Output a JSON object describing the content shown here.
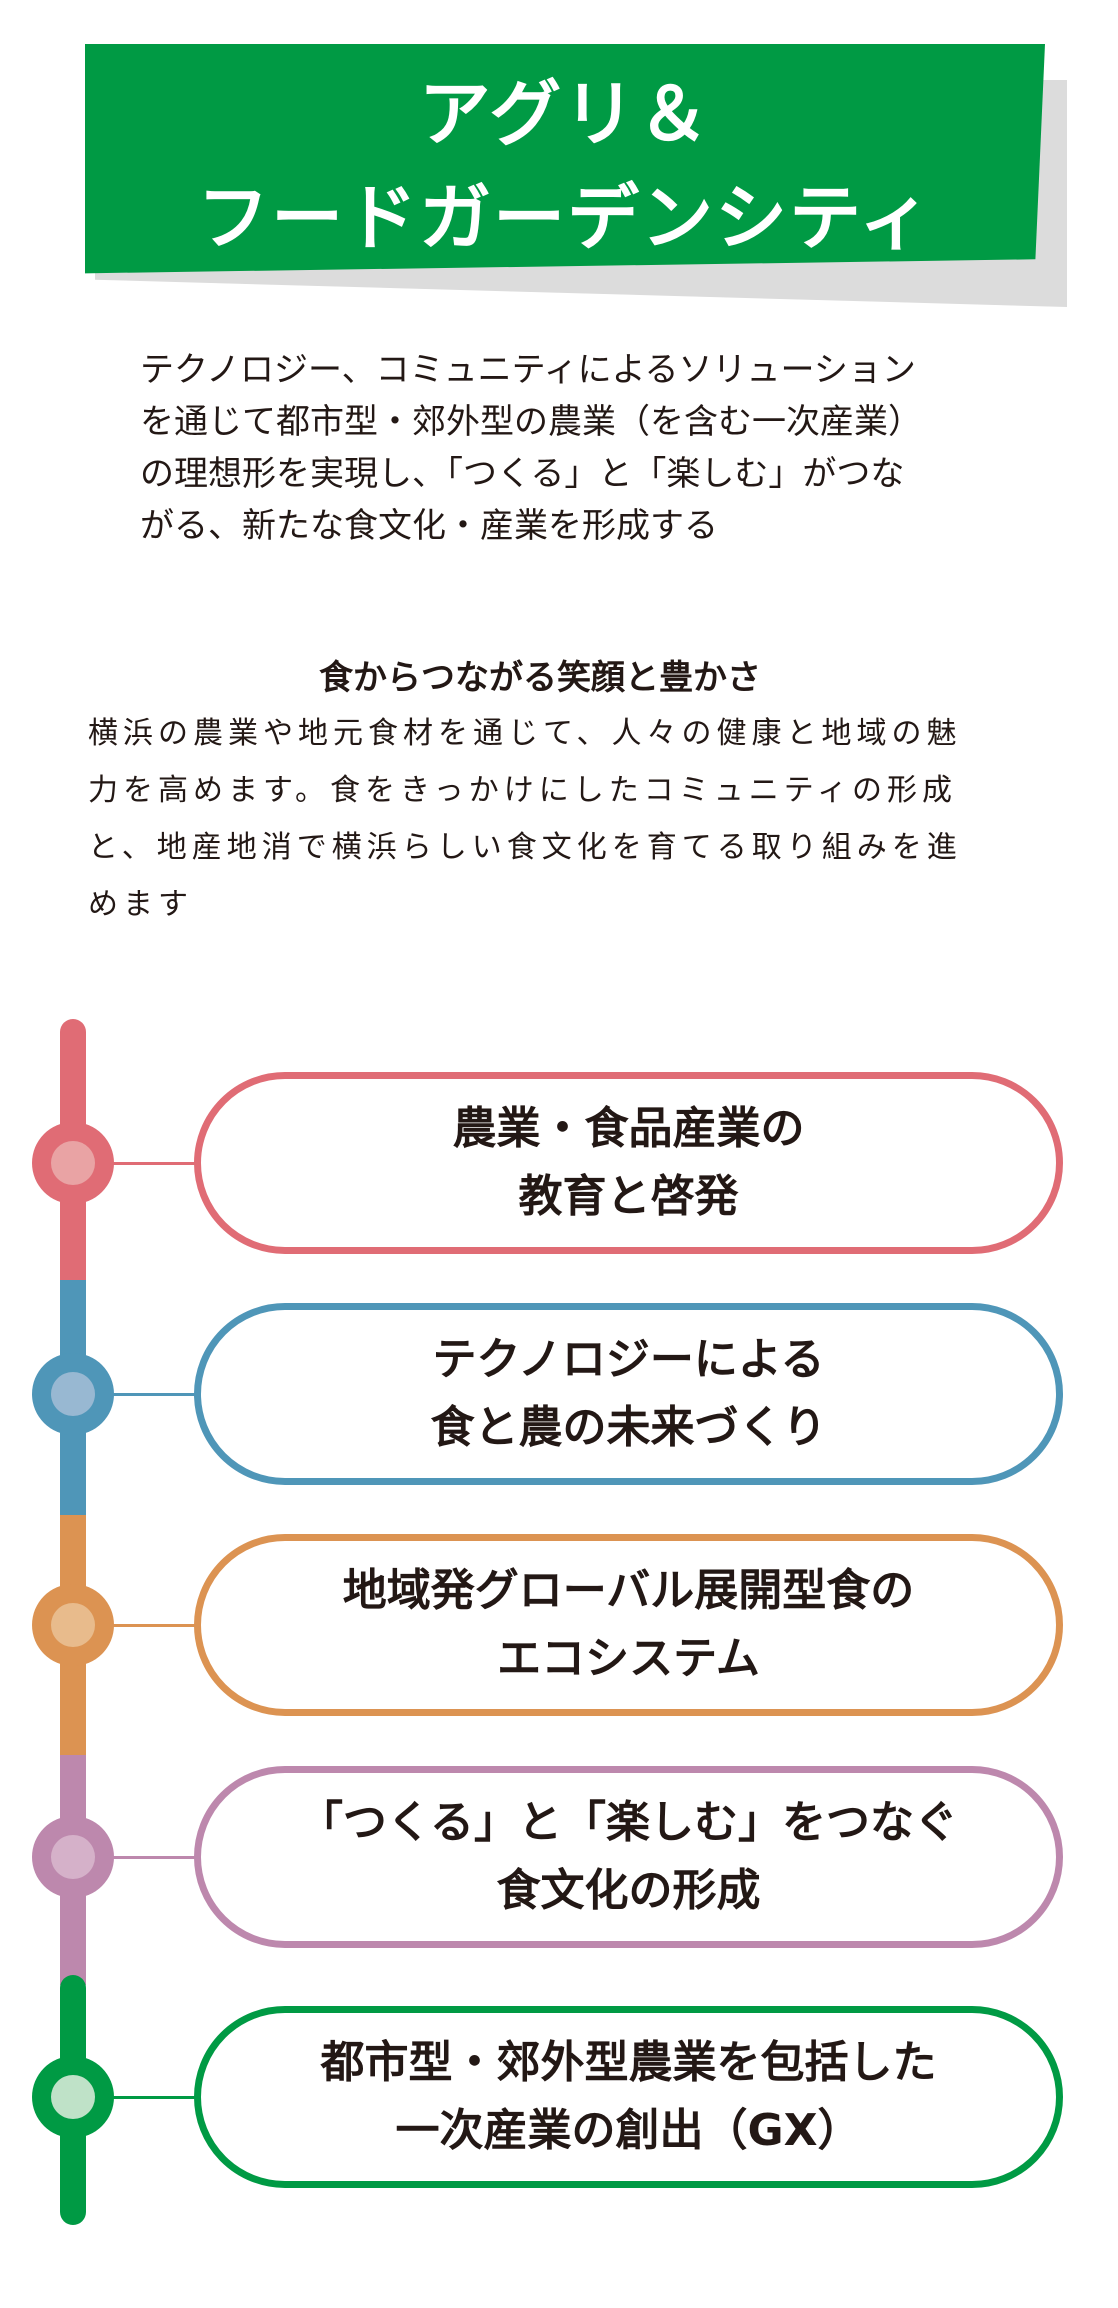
{
  "header": {
    "title_line1": "アグリ＆",
    "title_line2": "フードガーデンシティ"
  },
  "intro": [
    "テクノロジー、コミュニティによるソリューション",
    "を通じて都市型・郊外型の農業（を含む一次産業）",
    "の理想形を実現し、「つくる」と「楽しむ」がつな",
    "がる、新たな食文化・産業を形成する"
  ],
  "section": {
    "heading": "食からつながる笑顔と豊かさ",
    "body": [
      "横浜の農業や地元食材を通じて、人々の健康と地域の魅",
      "力を高めます。食をきっかけにしたコミュニティの形成",
      "と、地産地消で横浜らしい食文化を育てる取り組みを進",
      "めます"
    ]
  },
  "timeline": [
    {
      "line1": "農業・食品産業の",
      "line2": "教育と啓発",
      "color": "#e06c75",
      "light": "#e9a3a4"
    },
    {
      "line1": "テクノロジーによる",
      "line2": "食と農の未来づくり",
      "color": "#4f96b8",
      "light": "#98b8d2"
    },
    {
      "line1": "地域発グローバル展開型食の",
      "line2": "エコシステム",
      "color": "#dc9352",
      "light": "#e8bb8c"
    },
    {
      "line1": "「つくる」と「楽しむ」をつなぐ",
      "line2": "食文化の形成",
      "color": "#bd88ad",
      "light": "#d5b1c9"
    },
    {
      "line1": "都市型・郊外型農業を包括した",
      "line2": "一次産業の創出（GX）",
      "color": "#009a44",
      "light": "#bfe2c8"
    }
  ]
}
